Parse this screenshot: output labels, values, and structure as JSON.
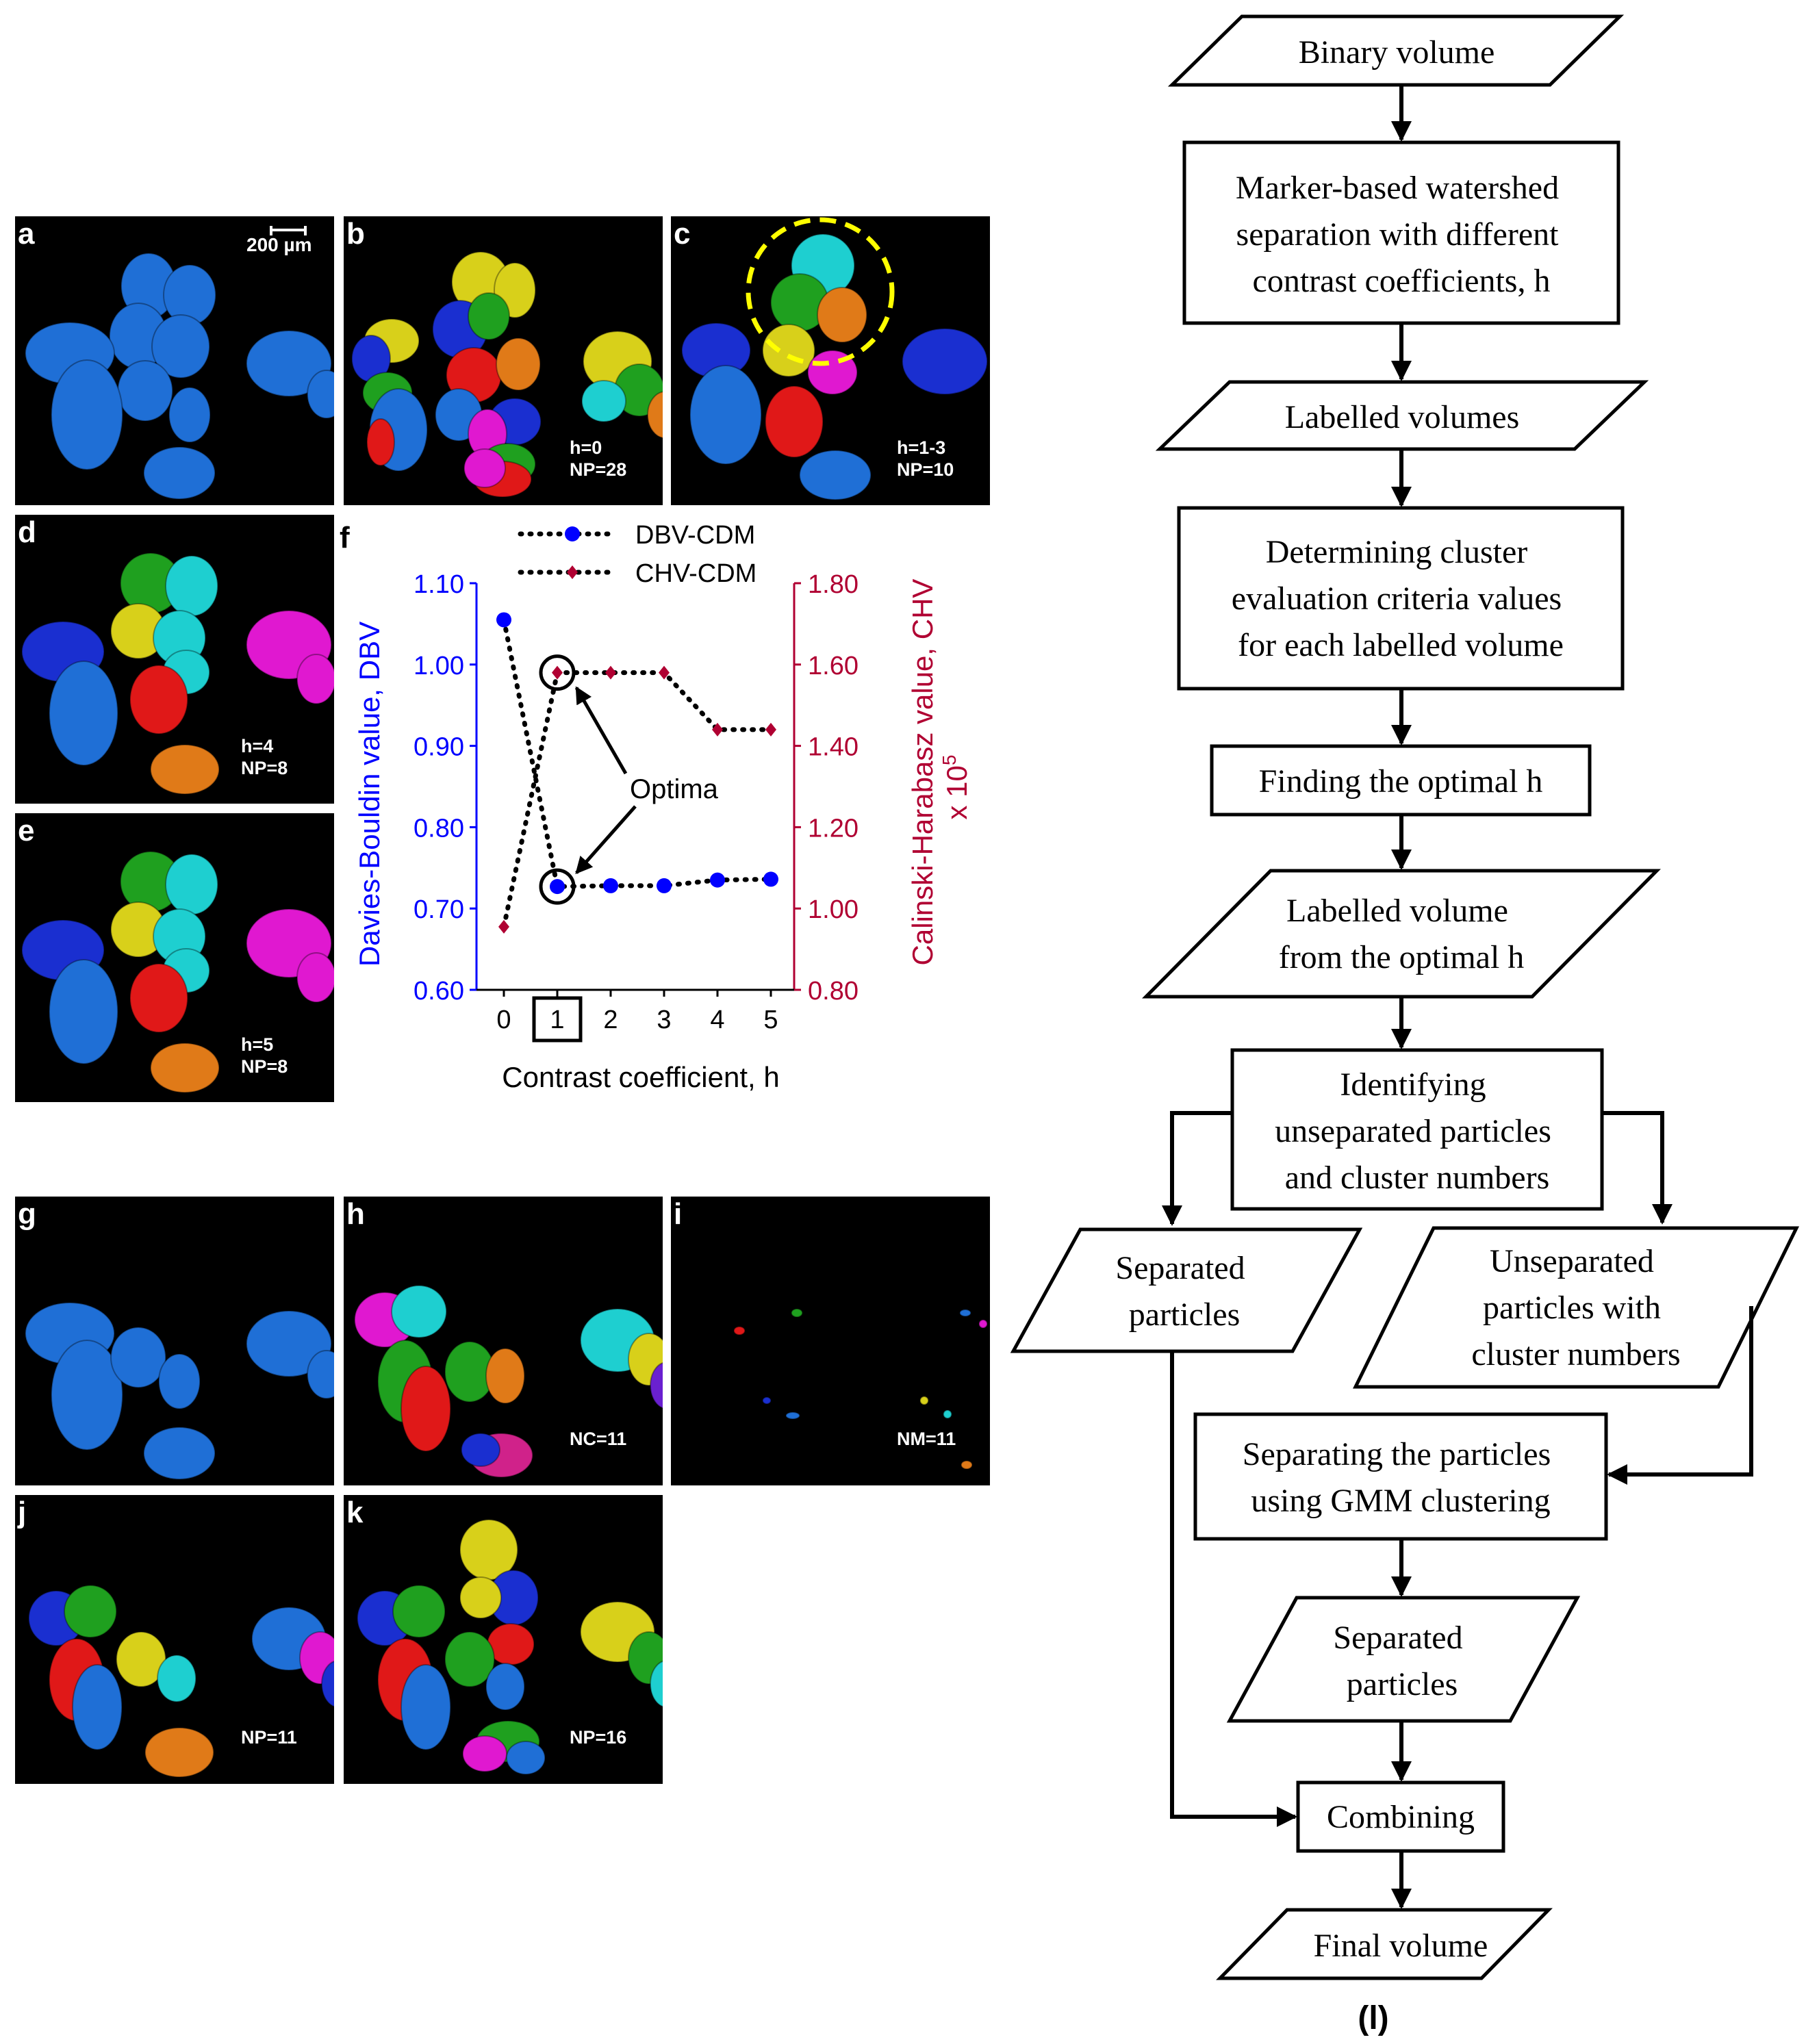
{
  "panels": [
    {
      "id": "a",
      "label": "a",
      "info": [],
      "scale": "200 µm",
      "kind": "plain"
    },
    {
      "id": "b",
      "label": "b",
      "info": [
        "h=0",
        "NP=28"
      ],
      "kind": "many"
    },
    {
      "id": "c",
      "label": "c",
      "info": [
        "h=1-3",
        "NP=10"
      ],
      "kind": "circle"
    },
    {
      "id": "d",
      "label": "d",
      "info": [
        "h=4",
        "NP=8"
      ],
      "kind": "eight"
    },
    {
      "id": "e",
      "label": "e",
      "info": [
        "h=5",
        "NP=8"
      ],
      "kind": "eight"
    },
    {
      "id": "g",
      "label": "g",
      "info": [],
      "kind": "plain2"
    },
    {
      "id": "h",
      "label": "h",
      "info": [
        "NC=11"
      ],
      "kind": "clusters"
    },
    {
      "id": "i",
      "label": "i",
      "info": [
        "NM=11"
      ],
      "kind": "markers"
    },
    {
      "id": "j",
      "label": "j",
      "info": [
        "NP=11"
      ],
      "kind": "eleven"
    },
    {
      "id": "k",
      "label": "k",
      "info": [
        "NP=16"
      ],
      "kind": "sixteen"
    }
  ],
  "chart_data": {
    "type": "line",
    "panel_label": "f",
    "x": [
      0,
      1,
      2,
      3,
      4,
      5
    ],
    "xlabel": "Contrast coefficient, h",
    "highlight_x": 1,
    "series": [
      {
        "name": "DBV-CDM",
        "axis": "left",
        "values": [
          1.055,
          0.727,
          0.728,
          0.728,
          0.735,
          0.736
        ],
        "color": "#0000ff",
        "marker": "circle"
      },
      {
        "name": "CHV-CDM",
        "axis": "right",
        "values": [
          0.955,
          1.58,
          1.58,
          1.58,
          1.44,
          1.44
        ],
        "color": "#b00032",
        "marker": "diamond"
      }
    ],
    "ylabel_left": "Davies-Bouldin value, DBV",
    "ylabel_right": "Calinski-Harabasz value, CHV",
    "ylabel_right_unit_base": "x 10",
    "ylabel_right_unit_exp": "5",
    "ylim_left": [
      0.6,
      1.1
    ],
    "yticks_left": [
      "0.60",
      "0.70",
      "0.80",
      "0.90",
      "1.00",
      "1.10"
    ],
    "ylim_right": [
      0.8,
      1.8
    ],
    "yticks_right": [
      "0.80",
      "1.00",
      "1.20",
      "1.40",
      "1.60",
      "1.80"
    ],
    "xticks": [
      "0",
      "1",
      "2",
      "3",
      "4",
      "5"
    ],
    "annotation": "Optima",
    "colors": {
      "left_axis": "#0000ff",
      "right_axis": "#b00032"
    }
  },
  "flowchart": {
    "label": "(l)",
    "nodes": {
      "binary": [
        "Binary volume"
      ],
      "watershed": [
        "Marker-based watershed",
        "separation with different",
        "contrast coefficients, h"
      ],
      "labelled": [
        "Labelled volumes"
      ],
      "criteria": [
        "Determining cluster",
        "evaluation criteria values",
        "for each labelled volume"
      ],
      "optimal": [
        "Finding the optimal h"
      ],
      "labelled_opt": [
        "Labelled volume",
        "from the optimal h"
      ],
      "identify": [
        "Identifying",
        "unseparated particles",
        "and cluster numbers"
      ],
      "separated1": [
        "Separated",
        "particles"
      ],
      "unseparated": [
        "Unseparated",
        "particles with",
        "cluster numbers"
      ],
      "gmm": [
        "Separating the particles",
        "using GMM clustering"
      ],
      "separated2": [
        "Separated",
        "particles"
      ],
      "combining": [
        "Combining"
      ],
      "final": [
        "Final volume"
      ]
    }
  }
}
